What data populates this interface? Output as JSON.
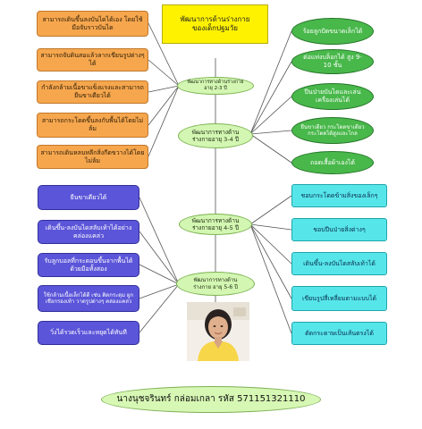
{
  "root": {
    "line1": "พัฒนาการด้านร่างกาย",
    "line2": "ของเด็กปฐมวัย"
  },
  "hubs": {
    "age23": "พัฒนาการทางด้านร่างกาย อายุ 2-3 ปี",
    "age34": "พัฒนาการทางด้าน ร่างกายอายุ 3-4 ปี",
    "age45": "พัฒนาการทางด้าน ร่างกายอายุ 4-5 ปี",
    "age56": "พัฒนาการทางด้านร่างกาย อายุ 5-6 ปี"
  },
  "orange_items": [
    "สามารถเดินขึ้นลงบันไดได้เอง โดยใช้มือจับราวบันได",
    "สามารถจับดินสอแล้วลากเขียนรูปต่างๆ ได้",
    "กำลังกล้ามเนื้อขาแข็งแรงและสามารถยืนขาเดียวได้",
    "สามารถกระโดดขึ้นลงกับพื้นได้โดยไม่ล้ม",
    "สามารถเดินหลบหลีกสิ่งกีดขวางได้โดยไม่ล้ม"
  ],
  "green_items": [
    "ร้อยลูกปัดขนาดเล็กได้",
    "ต่อแท่งบล็อกได้ สูง 9-10 ชั้น",
    "ปีนป่ายบันไดและเล่นเครื่องเล่นได้",
    "ยืนขาเดียว กระโดดขาเดียว กระโดดได้สูงและไกล",
    "ถอดเสื้อผ้าเองได้"
  ],
  "purple_items": [
    "ยืนขาเดียวได้",
    "เดินขึ้น-ลงบันไดสลับเท้าได้อย่างคล่องแคล่ว",
    "รับลูกบอลที่กระดอนขึ้นจากพื้นได้ด้วยมือทั้งสอง",
    "ใช้กล้ามเนื้อเล็กได้ดี เช่น ติดกระดุม ผูกเชือกรองเท้า วาดรูปต่างๆ คล่องแคล่ว",
    "วิ่งได้รวดเร็วและหยุดได้ทันที"
  ],
  "cyan_items": [
    "ชอบกระโดดข้ามสิ่งของเล็กๆ",
    "ชอบปีนป่ายสิ่งต่างๆ",
    "เดินขึ้น-ลงบันไดสลับเท้าได้",
    "เขียนรูปสี่เหลี่ยมตามแบบได้",
    "ตัดกระดาษเป็นเส้นตรงได้"
  ],
  "footer": "นางนุชจรินทร์ กล่อมเกลา รหัส 571151321110",
  "colors": {
    "orange": "#f6a74e",
    "purple": "#5b55d9",
    "green": "#48b84a",
    "cyan": "#56e6ea",
    "root": "#fff200",
    "oval": "#d3f6b2"
  }
}
